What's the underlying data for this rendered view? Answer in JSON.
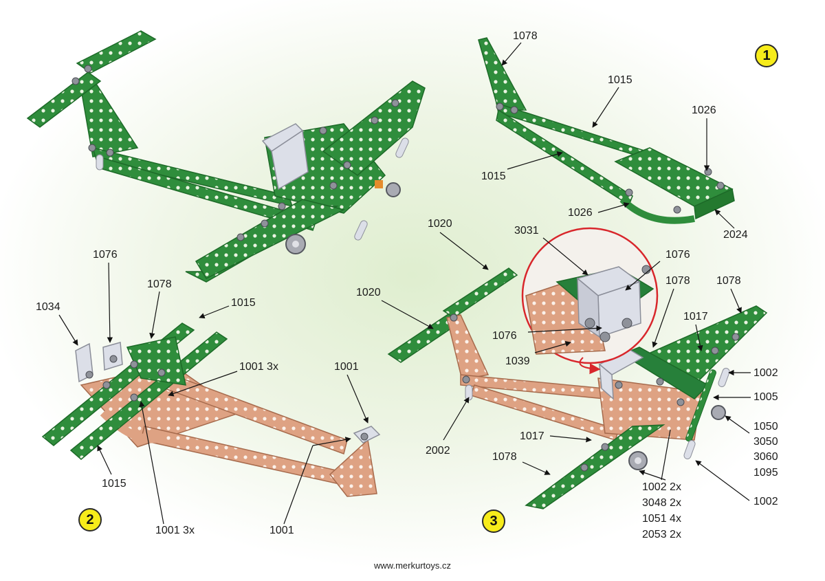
{
  "labels": {
    "s1_1078": "1078",
    "s1_1015a": "1015",
    "s1_1026a": "1026",
    "s1_1015b": "1015",
    "s1_1026b": "1026",
    "s1_2024": "2024",
    "s2_1076": "1076",
    "s2_1078": "1078",
    "s2_1034": "1034",
    "s2_1015a": "1015",
    "s2_1001_3x_a": "1001 3x",
    "s2_1001a": "1001",
    "s2_1015b": "1015",
    "s2_1001_3x_b": "1001 3x",
    "s2_1001b": "1001",
    "s3_1020a": "1020",
    "s3_3031": "3031",
    "s3_1076a": "1076",
    "s3_1078a": "1078",
    "s3_1078b": "1078",
    "s3_1020b": "1020",
    "s3_1017a": "1017",
    "s3_1076b": "1076",
    "s3_1039": "1039",
    "s3_1002a": "1002",
    "s3_1005": "1005",
    "s3_1050": "1050",
    "s3_3050": "3050",
    "s3_3060": "3060",
    "s3_1095": "1095",
    "s3_2002": "2002",
    "s3_1017b": "1017",
    "s3_1078c": "1078",
    "s3_1002_2x": "1002 2x",
    "s3_3048_2x": "3048 2x",
    "s3_1051_4x": "1051 4x",
    "s3_2053_2x": "2053 2x",
    "s3_1002b": "1002"
  },
  "steps": {
    "one": "1",
    "two": "2",
    "three": "3"
  },
  "footer": "www.merkurtoys.cz",
  "colors": {
    "green": "#2e8b3a",
    "copper": "#dc9f7c",
    "silver": "#cfd2dc",
    "badge": "#f7ec1a",
    "highlight": "#d8262b"
  }
}
